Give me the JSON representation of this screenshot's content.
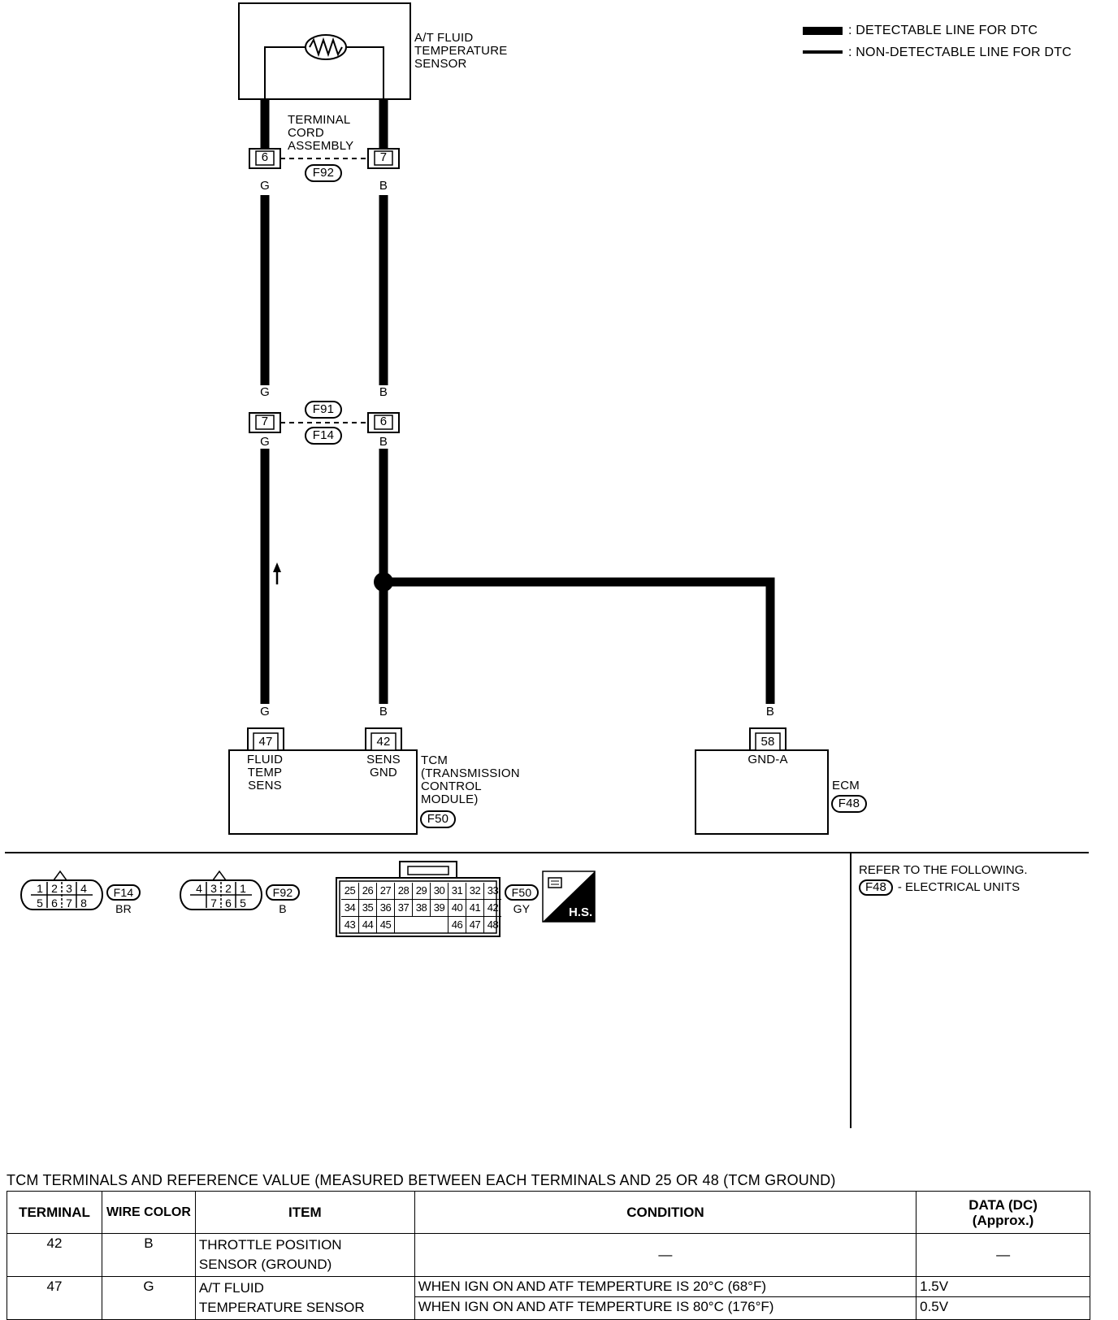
{
  "legend": {
    "detectable": ": DETECTABLE LINE FOR DTC",
    "non_detectable": ": NON-DETECTABLE LINE FOR DTC"
  },
  "sensor": {
    "name_lines": [
      "A/T FLUID",
      "TEMPERATURE",
      "SENSOR"
    ]
  },
  "terminal_cord": {
    "label_lines": [
      "TERMINAL",
      "CORD",
      "ASSEMBLY"
    ],
    "left_pin": "6",
    "right_pin": "7",
    "connector": "F92"
  },
  "mid_connector": {
    "left_pin": "7",
    "right_pin": "6",
    "connector_top": "F91",
    "connector_bottom": "F14"
  },
  "wire_colors": {
    "left": "G",
    "right": "B",
    "ecm": "B"
  },
  "tcm": {
    "pin_left": "47",
    "pin_right": "42",
    "left_label_lines": [
      "FLUID",
      "TEMP",
      "SENS"
    ],
    "right_label_lines": [
      "SENS",
      "GND"
    ],
    "name_lines": [
      "TCM",
      "(TRANSMISSION",
      "CONTROL",
      "MODULE)"
    ],
    "connector": "F50"
  },
  "ecm": {
    "pin": "58",
    "pin_label": "GND-A",
    "name": "ECM",
    "connector": "F48"
  },
  "connector_faces": {
    "f14": {
      "id": "F14",
      "color": "BR",
      "top": [
        "1",
        "2",
        "3",
        "4"
      ],
      "bottom": [
        "5",
        "6",
        "7",
        "8"
      ]
    },
    "f92": {
      "id": "F92",
      "color": "B",
      "top": [
        "4",
        "3",
        "2",
        "1"
      ],
      "bottom": [
        "7",
        "6",
        "5"
      ]
    },
    "f50": {
      "id": "F50",
      "color": "GY",
      "row1": [
        "25",
        "26",
        "27",
        "28",
        "29",
        "30",
        "31",
        "32",
        "33"
      ],
      "row2": [
        "34",
        "35",
        "36",
        "37",
        "38",
        "39",
        "40",
        "41",
        "42"
      ],
      "row3_left": [
        "43",
        "44",
        "45"
      ],
      "row3_right": [
        "46",
        "47",
        "48"
      ]
    },
    "hs_badge": "H.S."
  },
  "refer": {
    "line1": "REFER TO THE FOLLOWING.",
    "connector": "F48",
    "line2": "- ELECTRICAL UNITS"
  },
  "table": {
    "title": "TCM TERMINALS AND REFERENCE VALUE (MEASURED BETWEEN EACH TERMINALS AND 25 OR 48 (TCM GROUND)",
    "headers": {
      "terminal": "TERMINAL",
      "wire_color": "WIRE COLOR",
      "item": "ITEM",
      "condition": "CONDITION",
      "data_line1": "DATA (DC)",
      "data_line2": "(Approx.)"
    },
    "rows": [
      {
        "terminal": "42",
        "wire_color": "B",
        "item_line1": "THROTTLE POSITION",
        "item_line2": "SENSOR (GROUND)",
        "condition": "—",
        "data": "—"
      },
      {
        "terminal": "47",
        "wire_color": "G",
        "item_line1": "A/T FLUID",
        "item_line2": "TEMPERATURE SENSOR",
        "condition_1": "WHEN IGN ON AND ATF TEMPERTURE IS 20°C (68°F)",
        "condition_2": "WHEN IGN ON AND ATF TEMPERTURE IS 80°C (176°F)",
        "data_1": "1.5V",
        "data_2": "0.5V"
      }
    ]
  }
}
